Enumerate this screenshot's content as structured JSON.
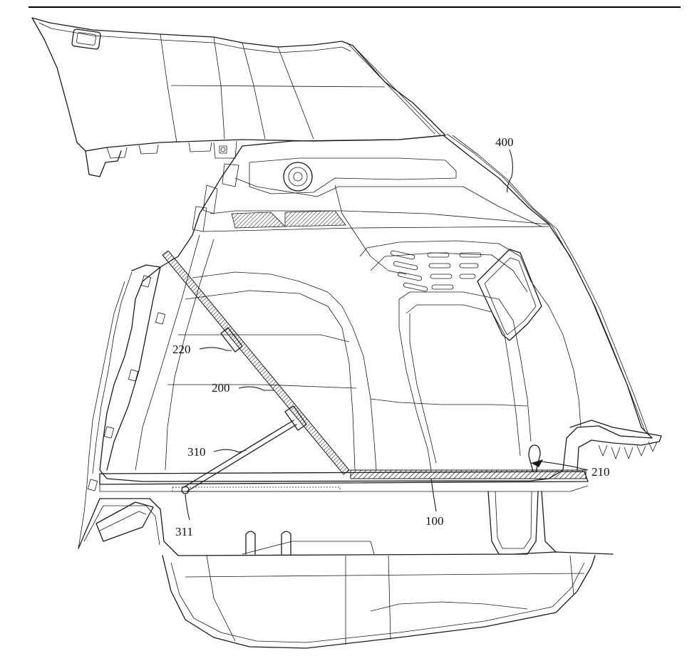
{
  "figure": {
    "labels": [
      {
        "id": "400",
        "text": "400"
      },
      {
        "id": "220",
        "text": "220"
      },
      {
        "id": "200",
        "text": "200"
      },
      {
        "id": "310",
        "text": "310"
      },
      {
        "id": "311",
        "text": "311"
      },
      {
        "id": "100",
        "text": "100"
      },
      {
        "id": "210",
        "text": "210"
      }
    ]
  },
  "colors": {
    "line": "#1a1a1a",
    "background": "#ffffff"
  }
}
